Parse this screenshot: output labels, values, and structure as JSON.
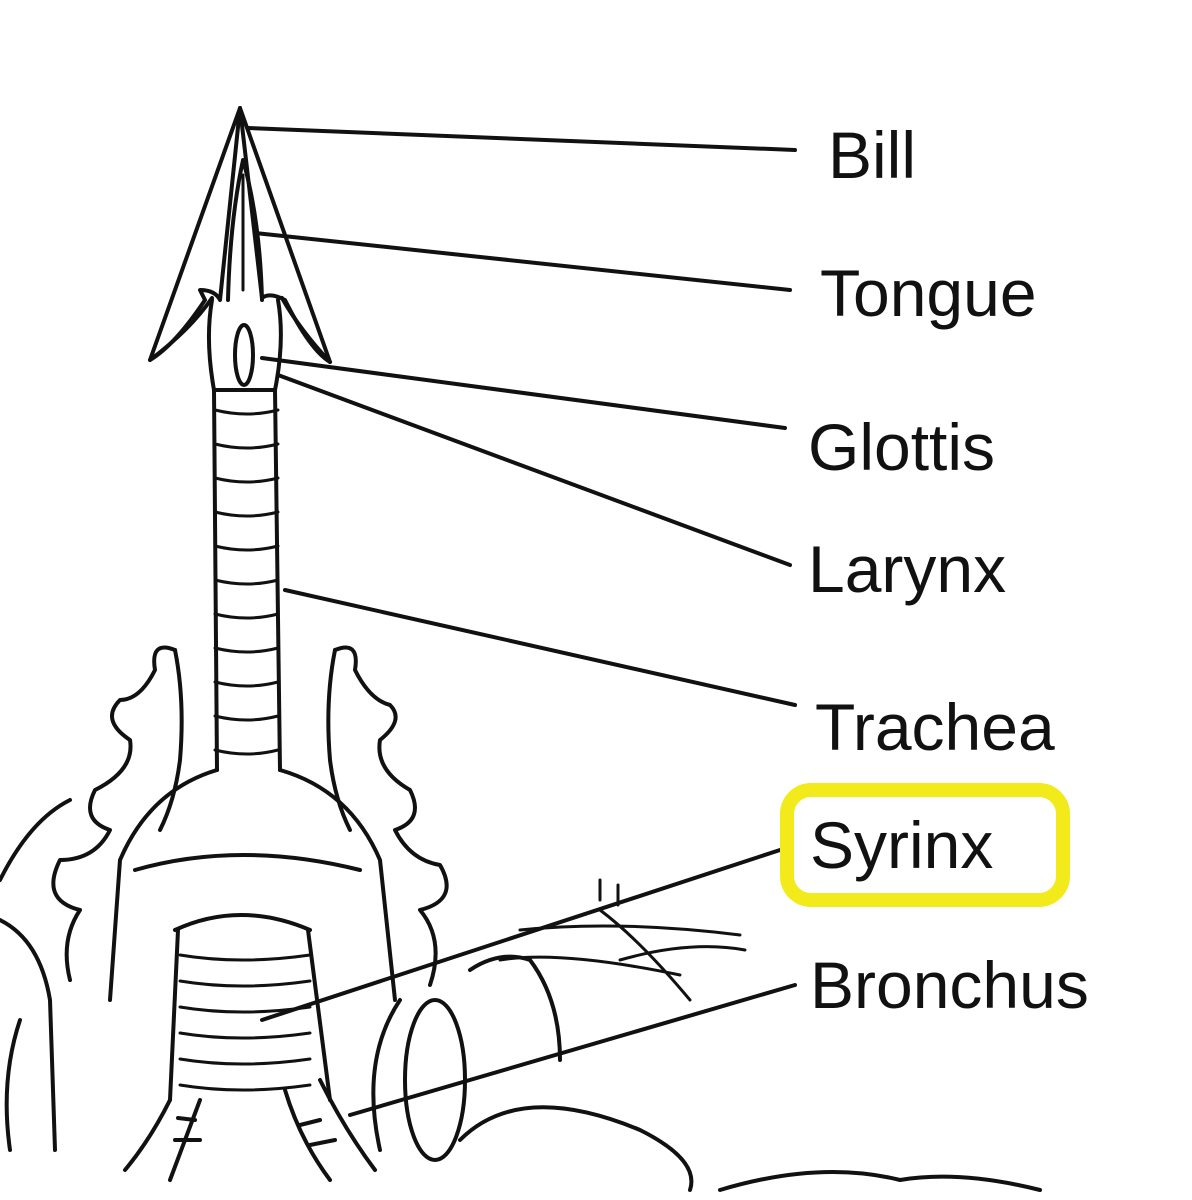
{
  "labels": {
    "bill": "Bill",
    "tongue": "Tongue",
    "glottis": "Glottis",
    "larynx": "Larynx",
    "trachea": "Trachea",
    "syrinx": "Syrinx",
    "bronchus": "Bronchus"
  },
  "highlighted_label": "syrinx",
  "colors": {
    "highlight": "#f2ea1a",
    "ink": "#111111",
    "background": "#ffffff"
  }
}
